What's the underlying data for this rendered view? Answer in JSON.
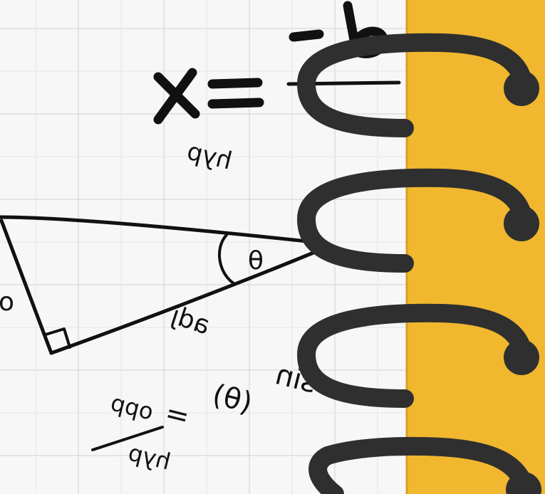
{
  "paper": {
    "background": "#f7f7f7",
    "grid_color": "#c9c9c9",
    "ink": "#111111"
  },
  "cover": {
    "color": "#f0b72f"
  },
  "binding": {
    "color": "#2f2f2f",
    "ring_count": 4
  },
  "formula": {
    "lhs": "x",
    "equals": "="
  },
  "triangle": {
    "hyp_label": "hyp",
    "adj_label": "adj",
    "angle_label": "θ",
    "opp_label": "o"
  },
  "identity": {
    "function": "sin",
    "argument": "(θ)",
    "equals": "=",
    "numerator": "opp",
    "denominator": "hyp"
  }
}
